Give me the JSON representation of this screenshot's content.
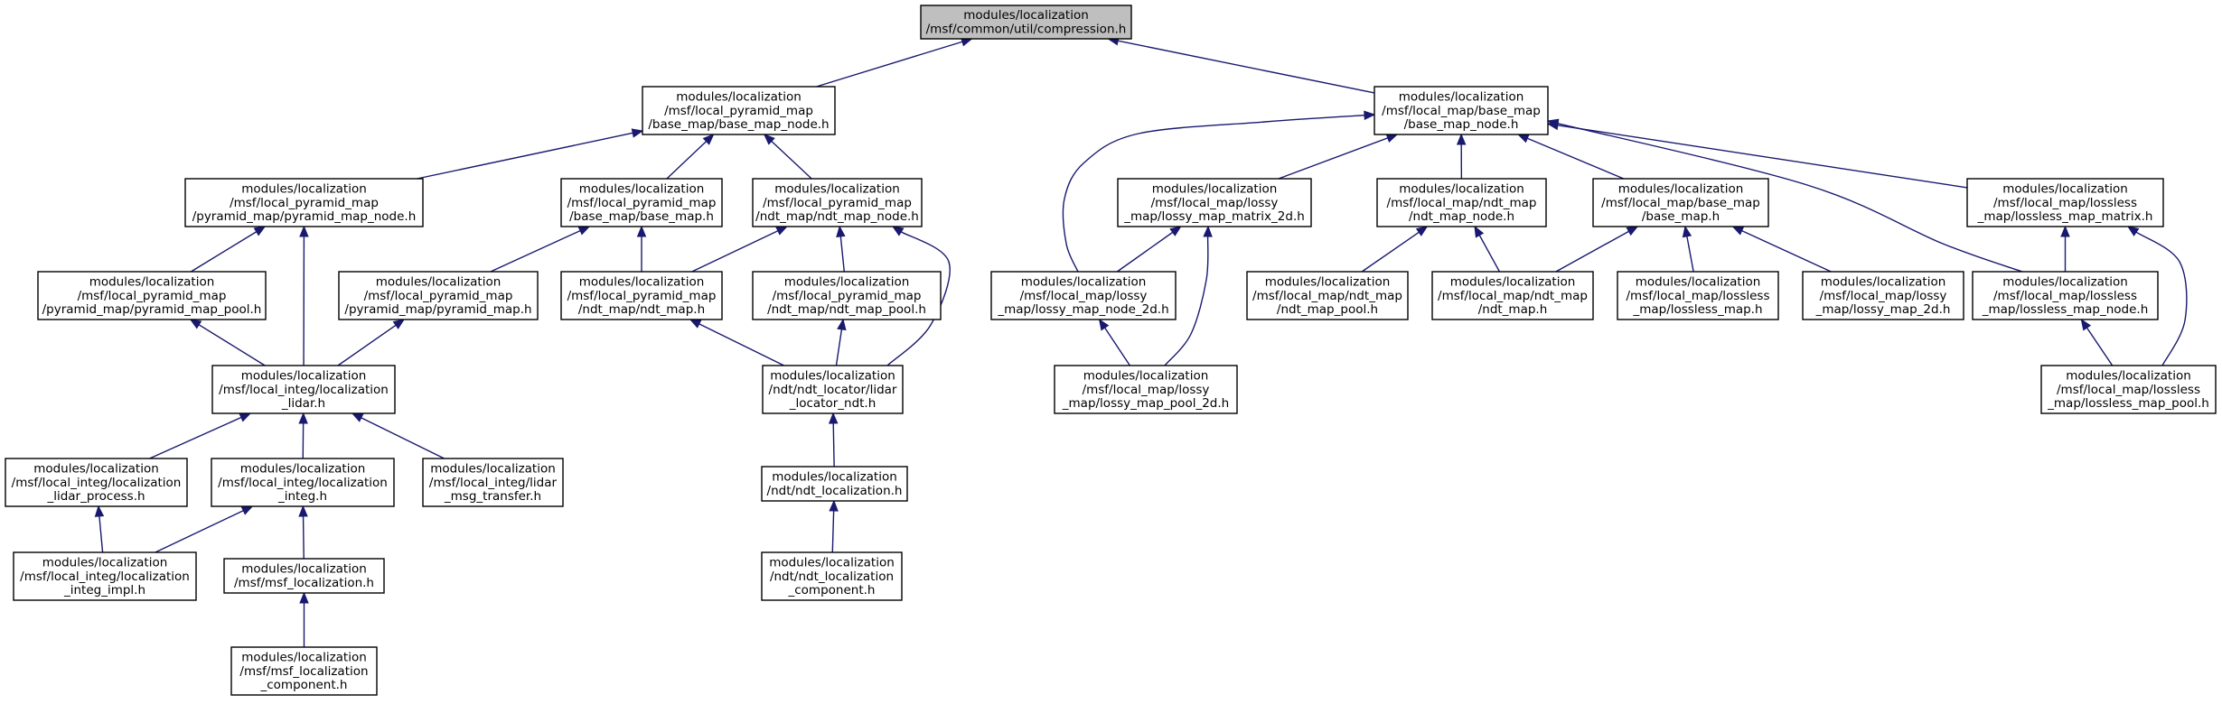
{
  "graph": {
    "nodes": [
      {
        "id": "compression",
        "root": true,
        "label": [
          "modules/localization",
          "/msf/common/util/compression.h"
        ]
      },
      {
        "id": "pyr_base_map_node",
        "label": [
          "modules/localization",
          "/msf/local_pyramid_map",
          "/base_map/base_map_node.h"
        ]
      },
      {
        "id": "lm_base_map_node",
        "label": [
          "modules/localization",
          "/msf/local_map/base_map",
          "/base_map_node.h"
        ]
      },
      {
        "id": "pyramid_map_node",
        "label": [
          "modules/localization",
          "/msf/local_pyramid_map",
          "/pyramid_map/pyramid_map_node.h"
        ]
      },
      {
        "id": "pyr_base_map",
        "label": [
          "modules/localization",
          "/msf/local_pyramid_map",
          "/base_map/base_map.h"
        ]
      },
      {
        "id": "pyr_ndt_map_node",
        "label": [
          "modules/localization",
          "/msf/local_pyramid_map",
          "/ndt_map/ndt_map_node.h"
        ]
      },
      {
        "id": "lossy_map_matrix_2d",
        "label": [
          "modules/localization",
          "/msf/local_map/lossy",
          "_map/lossy_map_matrix_2d.h"
        ]
      },
      {
        "id": "lm_ndt_map_node",
        "label": [
          "modules/localization",
          "/msf/local_map/ndt_map",
          "/ndt_map_node.h"
        ]
      },
      {
        "id": "lm_base_map",
        "label": [
          "modules/localization",
          "/msf/local_map/base_map",
          "/base_map.h"
        ]
      },
      {
        "id": "lossless_map_matrix",
        "label": [
          "modules/localization",
          "/msf/local_map/lossless",
          "_map/lossless_map_matrix.h"
        ]
      },
      {
        "id": "pyramid_map_pool",
        "label": [
          "modules/localization",
          "/msf/local_pyramid_map",
          "/pyramid_map/pyramid_map_pool.h"
        ]
      },
      {
        "id": "pyramid_map",
        "label": [
          "modules/localization",
          "/msf/local_pyramid_map",
          "/pyramid_map/pyramid_map.h"
        ]
      },
      {
        "id": "pyr_ndt_map",
        "label": [
          "modules/localization",
          "/msf/local_pyramid_map",
          "/ndt_map/ndt_map.h"
        ]
      },
      {
        "id": "pyr_ndt_map_pool",
        "label": [
          "modules/localization",
          "/msf/local_pyramid_map",
          "/ndt_map/ndt_map_pool.h"
        ]
      },
      {
        "id": "lossy_map_node_2d",
        "label": [
          "modules/localization",
          "/msf/local_map/lossy",
          "_map/lossy_map_node_2d.h"
        ]
      },
      {
        "id": "lm_ndt_map_pool",
        "label": [
          "modules/localization",
          "/msf/local_map/ndt_map",
          "/ndt_map_pool.h"
        ]
      },
      {
        "id": "lm_ndt_map",
        "label": [
          "modules/localization",
          "/msf/local_map/ndt_map",
          "/ndt_map.h"
        ]
      },
      {
        "id": "lossless_map",
        "label": [
          "modules/localization",
          "/msf/local_map/lossless",
          "_map/lossless_map.h"
        ]
      },
      {
        "id": "lossy_map_2d",
        "label": [
          "modules/localization",
          "/msf/local_map/lossy",
          "_map/lossy_map_2d.h"
        ]
      },
      {
        "id": "lossless_map_node",
        "label": [
          "modules/localization",
          "/msf/local_map/lossless",
          "_map/lossless_map_node.h"
        ]
      },
      {
        "id": "localization_lidar",
        "label": [
          "modules/localization",
          "/msf/local_integ/localization",
          "_lidar.h"
        ]
      },
      {
        "id": "lidar_locator_ndt",
        "label": [
          "modules/localization",
          "/ndt/ndt_locator/lidar",
          "_locator_ndt.h"
        ]
      },
      {
        "id": "lossy_map_pool_2d",
        "label": [
          "modules/localization",
          "/msf/local_map/lossy",
          "_map/lossy_map_pool_2d.h"
        ]
      },
      {
        "id": "lossless_map_pool",
        "label": [
          "modules/localization",
          "/msf/local_map/lossless",
          "_map/lossless_map_pool.h"
        ]
      },
      {
        "id": "lidar_process",
        "label": [
          "modules/localization",
          "/msf/local_integ/localization",
          "_lidar_process.h"
        ]
      },
      {
        "id": "localization_integ",
        "label": [
          "modules/localization",
          "/msf/local_integ/localization",
          "_integ.h"
        ]
      },
      {
        "id": "lidar_msg_transfer",
        "label": [
          "modules/localization",
          "/msf/local_integ/lidar",
          "_msg_transfer.h"
        ]
      },
      {
        "id": "ndt_localization",
        "label": [
          "modules/localization",
          "/ndt/ndt_localization.h"
        ]
      },
      {
        "id": "integ_impl",
        "label": [
          "modules/localization",
          "/msf/local_integ/localization",
          "_integ_impl.h"
        ]
      },
      {
        "id": "msf_localization",
        "label": [
          "modules/localization",
          "/msf/msf_localization.h"
        ]
      },
      {
        "id": "ndt_localization_component",
        "label": [
          "modules/localization",
          "/ndt/ndt_localization",
          "_component.h"
        ]
      },
      {
        "id": "msf_localization_component",
        "label": [
          "modules/localization",
          "/msf/msf_localization",
          "_component.h"
        ]
      }
    ],
    "edges": [
      {
        "from": "pyr_base_map_node",
        "to": "compression"
      },
      {
        "from": "lm_base_map_node",
        "to": "compression"
      },
      {
        "from": "pyramid_map_node",
        "to": "pyr_base_map_node"
      },
      {
        "from": "pyr_base_map",
        "to": "pyr_base_map_node"
      },
      {
        "from": "pyr_ndt_map_node",
        "to": "pyr_base_map_node"
      },
      {
        "from": "lossy_map_node_2d",
        "to": "lm_base_map_node"
      },
      {
        "from": "lossy_map_matrix_2d",
        "to": "lm_base_map_node"
      },
      {
        "from": "lm_ndt_map_node",
        "to": "lm_base_map_node"
      },
      {
        "from": "lm_base_map",
        "to": "lm_base_map_node"
      },
      {
        "from": "lossless_map_node",
        "to": "lm_base_map_node"
      },
      {
        "from": "lossless_map_matrix",
        "to": "lm_base_map_node"
      },
      {
        "from": "pyramid_map_pool",
        "to": "pyramid_map_node"
      },
      {
        "from": "localization_lidar",
        "to": "pyramid_map_node"
      },
      {
        "from": "pyramid_map",
        "to": "pyr_base_map"
      },
      {
        "from": "pyr_ndt_map",
        "to": "pyr_base_map"
      },
      {
        "from": "pyr_ndt_map",
        "to": "pyr_ndt_map_node"
      },
      {
        "from": "pyr_ndt_map_pool",
        "to": "pyr_ndt_map_node"
      },
      {
        "from": "lidar_locator_ndt",
        "to": "pyr_ndt_map_node"
      },
      {
        "from": "lossy_map_node_2d",
        "to": "lossy_map_matrix_2d"
      },
      {
        "from": "lossy_map_pool_2d",
        "to": "lossy_map_matrix_2d"
      },
      {
        "from": "lm_ndt_map_pool",
        "to": "lm_ndt_map_node"
      },
      {
        "from": "lm_ndt_map",
        "to": "lm_ndt_map_node"
      },
      {
        "from": "lm_ndt_map",
        "to": "lm_base_map"
      },
      {
        "from": "lossless_map",
        "to": "lm_base_map"
      },
      {
        "from": "lossy_map_2d",
        "to": "lm_base_map"
      },
      {
        "from": "lossless_map_node",
        "to": "lossless_map_matrix"
      },
      {
        "from": "lossless_map_pool",
        "to": "lossless_map_matrix"
      },
      {
        "from": "localization_lidar",
        "to": "pyramid_map_pool"
      },
      {
        "from": "localization_lidar",
        "to": "pyramid_map"
      },
      {
        "from": "lidar_locator_ndt",
        "to": "pyr_ndt_map"
      },
      {
        "from": "lidar_locator_ndt",
        "to": "pyr_ndt_map_pool"
      },
      {
        "from": "lossy_map_pool_2d",
        "to": "lossy_map_node_2d"
      },
      {
        "from": "lossless_map_pool",
        "to": "lossless_map_node"
      },
      {
        "from": "lidar_process",
        "to": "localization_lidar"
      },
      {
        "from": "localization_integ",
        "to": "localization_lidar"
      },
      {
        "from": "lidar_msg_transfer",
        "to": "localization_lidar"
      },
      {
        "from": "ndt_localization",
        "to": "lidar_locator_ndt"
      },
      {
        "from": "integ_impl",
        "to": "lidar_process"
      },
      {
        "from": "integ_impl",
        "to": "localization_integ"
      },
      {
        "from": "msf_localization",
        "to": "localization_integ"
      },
      {
        "from": "ndt_localization_component",
        "to": "ndt_localization"
      },
      {
        "from": "msf_localization_component",
        "to": "msf_localization"
      }
    ]
  }
}
